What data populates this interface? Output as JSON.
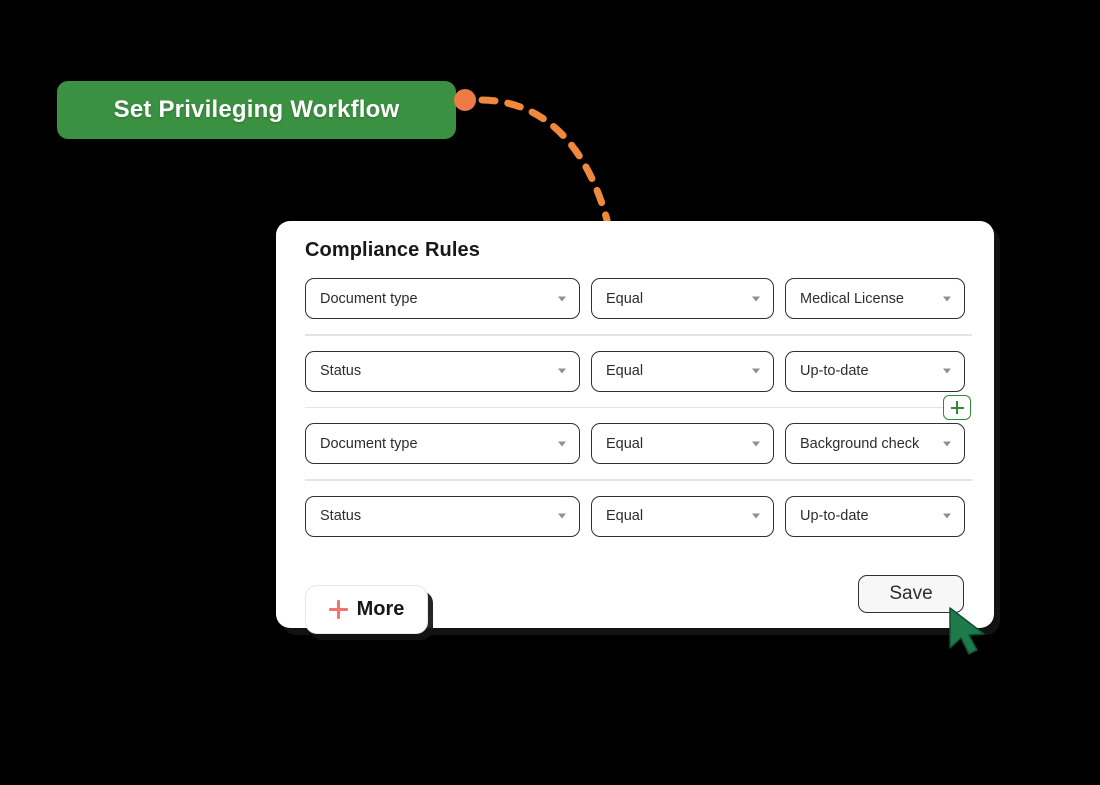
{
  "callout": {
    "label": "Set Privileging Workflow",
    "color": "#3b9142",
    "connector_color": "#ef8a3c",
    "dot_color": "#f07a45"
  },
  "card": {
    "title": "Compliance Rules",
    "rows": [
      {
        "field": "Document type",
        "operator": "Equal",
        "value": "Medical License"
      },
      {
        "field": "Status",
        "operator": "Equal",
        "value": "Up-to-date"
      },
      {
        "field": "Document type",
        "operator": "Equal",
        "value": "Background check"
      },
      {
        "field": "Status",
        "operator": "Equal",
        "value": "Up-to-date"
      }
    ],
    "add_rule_icon": "plus-icon",
    "add_rule_color": "#2f8a36",
    "footer": {
      "more_label": "More",
      "more_icon": "plus-icon",
      "more_icon_color": "#f4736b",
      "save_label": "Save"
    }
  },
  "cursor": {
    "icon": "mouse-pointer-icon",
    "color": "#1d7a4a"
  }
}
